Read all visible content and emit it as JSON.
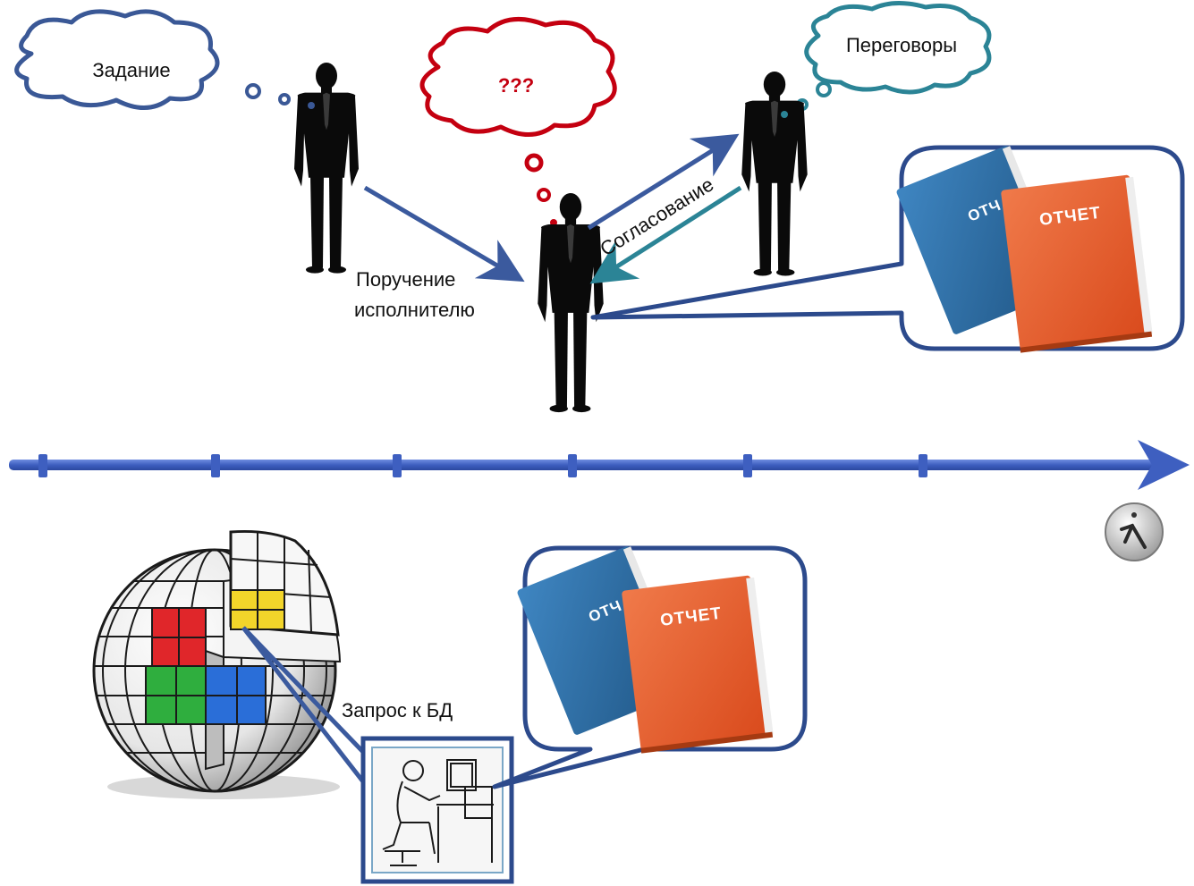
{
  "labels": {
    "task": "Задание",
    "question": "???",
    "negotiations": "Переговоры",
    "agreement": "Согласование",
    "assignment_line1": "Поручение",
    "assignment_line2": "исполнителю",
    "db_query": "Запрос к БД"
  },
  "reports": {
    "top_front_title": "ОТЧЕТ",
    "top_back_title": "ОТЧ",
    "bottom_front_title": "ОТЧЕТ",
    "bottom_back_title": "ОТЧ"
  },
  "icons": {
    "clock": "stopwatch-icon",
    "person": "businessman-silhouette-icon",
    "globe": "database-sphere-icon",
    "worker": "computer-worker-icon",
    "book": "report-book-icon"
  },
  "colors": {
    "arrow_blue": "#3b5a9e",
    "arrow_teal": "#2b8496",
    "timeline": "#4a6bc4",
    "cloud_task": "#3a5896",
    "cloud_question": "#c40010",
    "cloud_negotiations": "#2b8496",
    "callout_border": "#2c4a8c",
    "book_orange": "#e65c2c",
    "book_blue": "#2f6fa3"
  }
}
